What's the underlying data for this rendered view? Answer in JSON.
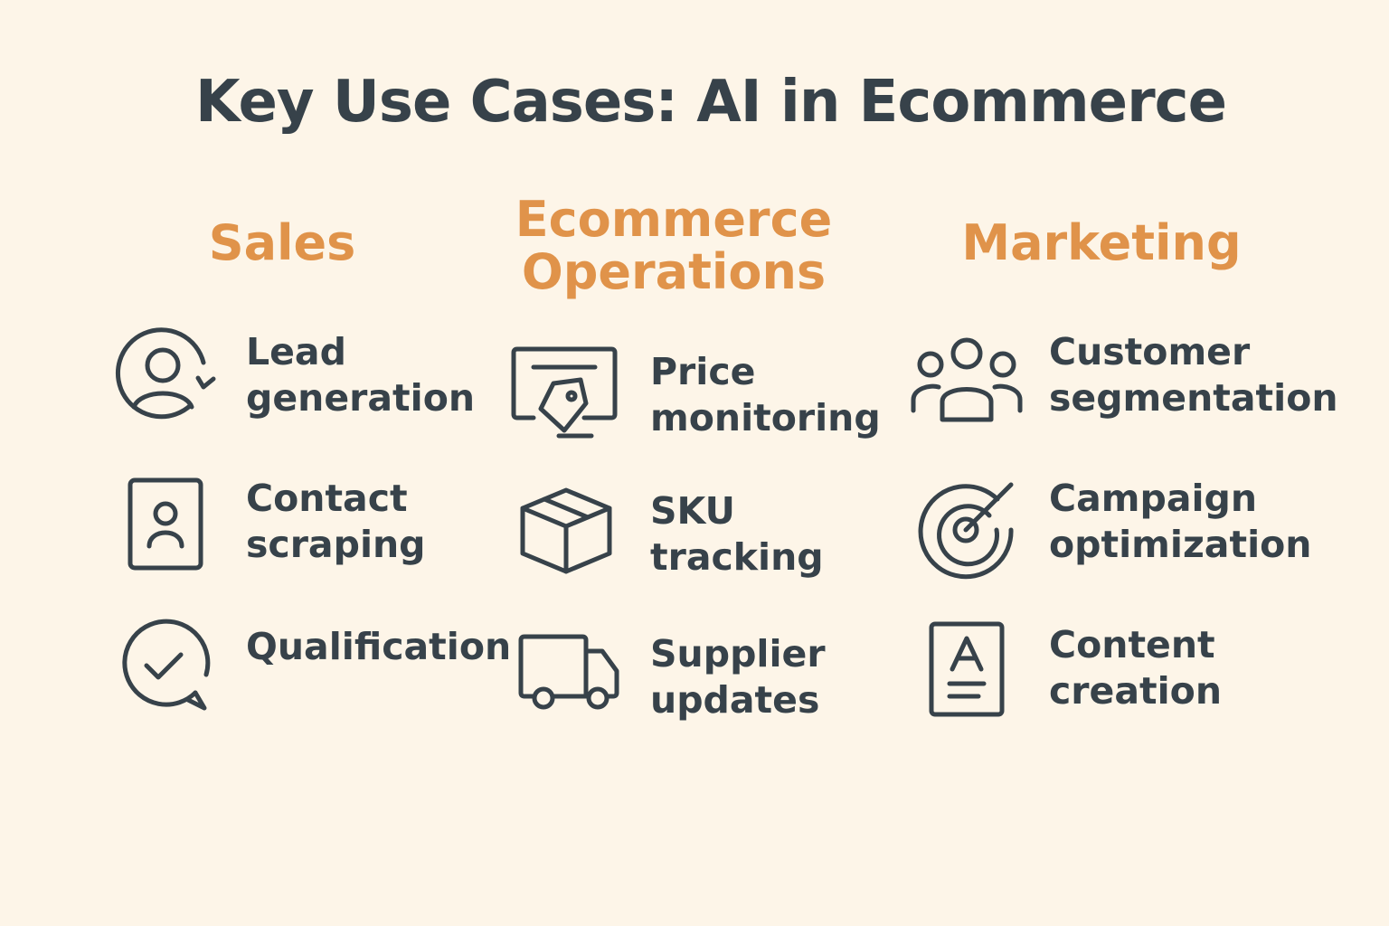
{
  "title": "Key Use Cases: AI in Ecommerce",
  "colors": {
    "background": "#fdf5e8",
    "accent": "#e0934a",
    "text": "#37424a"
  },
  "columns": [
    {
      "heading": [
        "Sales"
      ],
      "items": [
        {
          "label": [
            "Lead",
            "generation"
          ],
          "icon": "user-refresh-icon"
        },
        {
          "label": [
            "Contact",
            "scraping"
          ],
          "icon": "contact-card-icon"
        },
        {
          "label": [
            "Qualification"
          ],
          "icon": "check-chat-icon"
        }
      ]
    },
    {
      "heading": [
        "Ecommerce",
        "Operations"
      ],
      "items": [
        {
          "label": [
            "Price",
            "monitoring"
          ],
          "icon": "price-tag-monitor-icon"
        },
        {
          "label": [
            "SKU",
            "tracking"
          ],
          "icon": "box-icon"
        },
        {
          "label": [
            "Supplier",
            "updates"
          ],
          "icon": "truck-icon"
        }
      ]
    },
    {
      "heading": [
        "Marketing"
      ],
      "items": [
        {
          "label": [
            "Customer",
            "segmentation"
          ],
          "icon": "people-group-icon"
        },
        {
          "label": [
            "Campaign",
            "optimization"
          ],
          "icon": "target-icon"
        },
        {
          "label": [
            "Content",
            "creation"
          ],
          "icon": "document-a-icon"
        }
      ]
    }
  ]
}
